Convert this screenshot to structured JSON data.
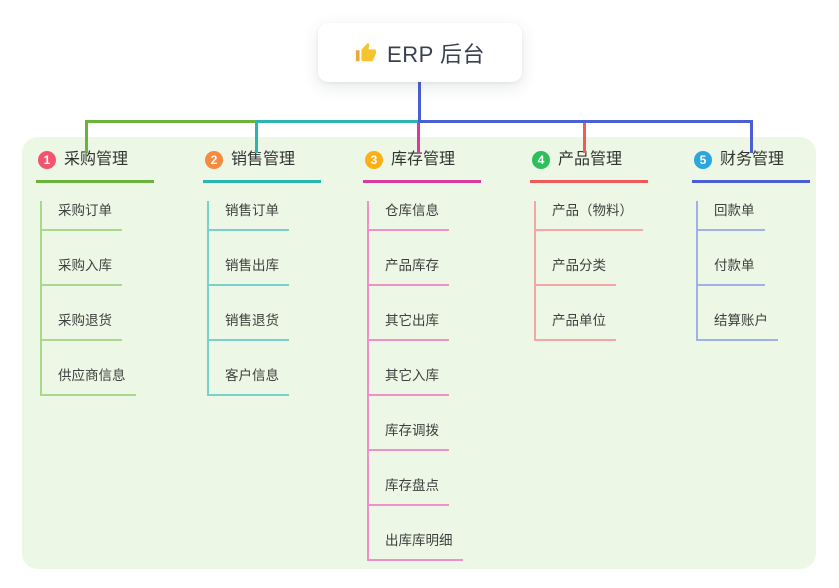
{
  "root": {
    "title": "ERP 后台",
    "icon": "thumbs-up-icon",
    "icon_colors": {
      "hand": "#f6c52e",
      "cuff": "#e9a93c"
    },
    "text_color": "#39414f"
  },
  "canvas": {
    "bg_color": "#ecf7e5"
  },
  "connectors": {
    "root_line": "#4a5fd3",
    "segments": [
      "#6ab23a",
      "#2cb5ae",
      "#4a5fd3"
    ]
  },
  "branches": [
    {
      "num": "1",
      "label": "采购管理",
      "color": "#6ab23a",
      "light_color": "#a9d78b",
      "badge_color": "#f4536e",
      "children": [
        "采购订单",
        "采购入库",
        "采购退货",
        "供应商信息"
      ]
    },
    {
      "num": "2",
      "label": "销售管理",
      "color": "#2cb5ae",
      "light_color": "#79d1ca",
      "badge_color": "#f88a3d",
      "children": [
        "销售订单",
        "销售出库",
        "销售退货",
        "客户信息"
      ]
    },
    {
      "num": "3",
      "label": "库存管理",
      "color": "#da3a9d",
      "light_color": "#f090c9",
      "badge_color": "#fbb017",
      "children": [
        "仓库信息",
        "产品库存",
        "其它出库",
        "其它入库",
        "库存调拨",
        "库存盘点",
        "出库库明细"
      ]
    },
    {
      "num": "4",
      "label": "产品管理",
      "color": "#f25a5a",
      "light_color": "#f6a6a6",
      "badge_color": "#2dbf5d",
      "children": [
        "产品（物料）",
        "产品分类",
        "产品单位"
      ]
    },
    {
      "num": "5",
      "label": "财务管理",
      "color": "#4a5fd3",
      "light_color": "#9fb1e8",
      "badge_color": "#2ba7de",
      "children": [
        "回款单",
        "付款单",
        "结算账户"
      ]
    }
  ]
}
